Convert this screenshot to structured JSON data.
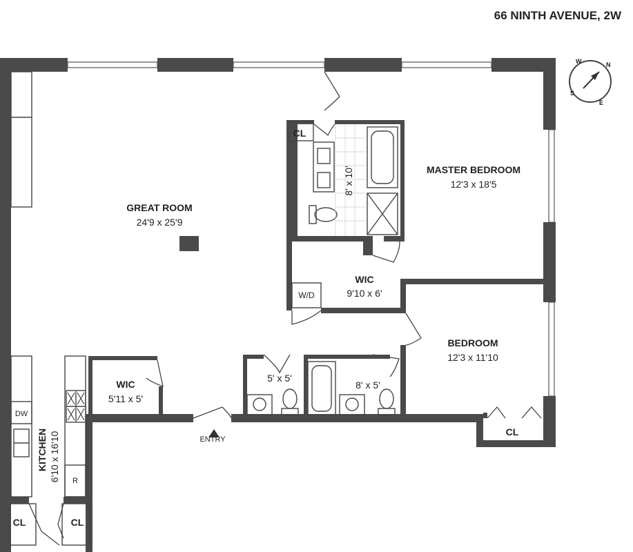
{
  "header": {
    "address": "66 NINTH AVENUE, 2W"
  },
  "compass": {
    "n": "N",
    "s": "S",
    "e": "E",
    "w": "W"
  },
  "rooms": {
    "great_room": {
      "name": "GREAT ROOM",
      "size": "24'9 x 25'9"
    },
    "master_bedroom": {
      "name": "MASTER BEDROOM",
      "size": "12'3 x 18'5"
    },
    "bedroom": {
      "name": "BEDROOM",
      "size": "12'3 x 11'10"
    },
    "wic_master": {
      "name": "WIC",
      "size": "9'10 x 6'"
    },
    "wic_great": {
      "name": "WIC",
      "size": "5'11 x 5'"
    },
    "master_bath": {
      "size": "8' x 10'"
    },
    "powder_bath": {
      "size": "5' x 5'"
    },
    "bath_2": {
      "size": "8' x 5'"
    },
    "kitchen": {
      "name": "KITCHEN",
      "size": "6'10 x 16'10"
    }
  },
  "fixtures": {
    "cl_master": "CL",
    "cl_bedroom": "CL",
    "cl_left": "CL",
    "cl_right": "CL",
    "wd": "W/D",
    "dw": "DW",
    "fridge": "R"
  },
  "entry": "ENTRY",
  "colors": {
    "wall": "#4a4a4a",
    "line": "#333333"
  }
}
